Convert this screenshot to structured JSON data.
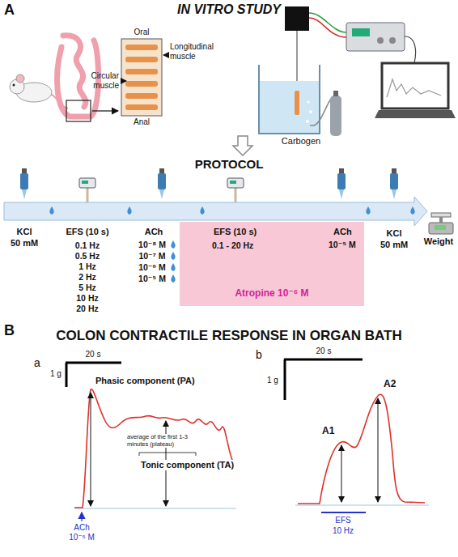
{
  "diagram": {
    "title": "IN VITRO STUDY",
    "nodes": [
      {
        "text": [
          "EFS (10 s)",
          "0.1 - 20 Hz",
          "ACh",
          "10⁻⁵ M",
          "Atropine 10⁻⁶ M"
        ]
      }
    ],
    "labels": [
      "A",
      "Oral",
      "Longitudinal muscle",
      "Circular muscle",
      "Anal",
      "Carbogen",
      "PROTOCOL",
      "KCl",
      "50 mM",
      "EFS (10 s)",
      "0.1 Hz",
      "0.5 Hz",
      "1 Hz",
      "2 Hz",
      "5 Hz",
      "10 Hz",
      "20 Hz",
      "ACh",
      "10⁻⁸ M",
      "10⁻⁷ M",
      "10⁻⁶ M",
      "10⁻⁵ M",
      "KCl",
      "50 mM",
      "Weight",
      "B",
      "COLON CONTRACTILE RESPONSE IN ORGAN BATH",
      "a",
      "20 s",
      "1 g",
      "Phasic component (PA)",
      "average of the first 1-3 minutes (plateau)",
      "Tonic component (TA)",
      "ACh",
      "10⁻⁵ M",
      "b",
      "20 s",
      "1 g",
      "A1",
      "A2",
      "EFS",
      "10 Hz"
    ]
  }
}
